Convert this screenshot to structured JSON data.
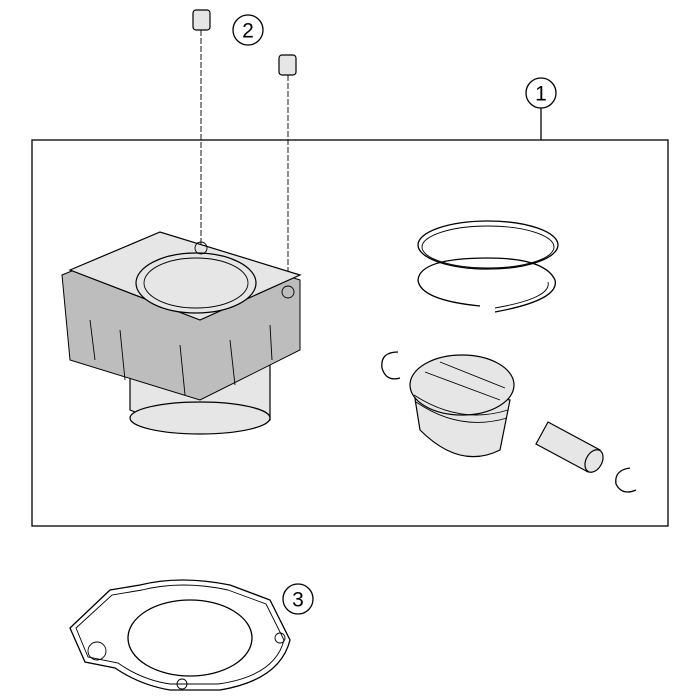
{
  "diagram": {
    "callouts": [
      {
        "id": "cylinder-kit",
        "label": "1"
      },
      {
        "id": "bolts",
        "label": "2"
      },
      {
        "id": "gasket",
        "label": "3"
      }
    ]
  }
}
